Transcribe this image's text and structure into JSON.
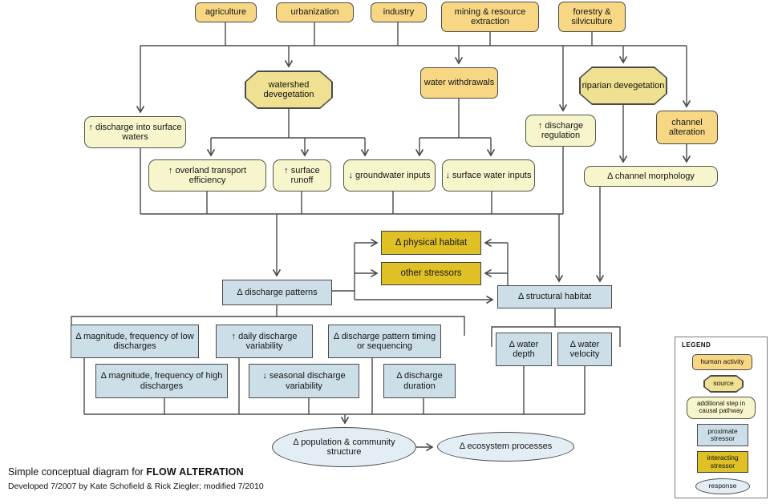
{
  "nodes": {
    "agriculture": {
      "label": "agriculture"
    },
    "urbanization": {
      "label": "urbanization"
    },
    "industry": {
      "label": "industry"
    },
    "mining": {
      "label": "mining & resource extraction"
    },
    "forestry": {
      "label": "forestry & silviculture"
    },
    "watershed_devegetation": {
      "label": "watershed devegetation"
    },
    "water_withdrawals": {
      "label": "water withdrawals"
    },
    "riparian_devegetation": {
      "label": "riparian devegetation"
    },
    "discharge_into_surface_waters": {
      "label": "↑ discharge into surface waters"
    },
    "discharge_regulation": {
      "label": "↑ discharge regulation"
    },
    "channel_alteration": {
      "label": "channel alteration"
    },
    "overland_transport_efficiency": {
      "label": "↑ overland transport efficiency"
    },
    "surface_runoff": {
      "label": "↑ surface runoff"
    },
    "groundwater_inputs": {
      "label": "↓ groundwater inputs"
    },
    "surface_water_inputs": {
      "label": "↓ surface water inputs"
    },
    "channel_morphology": {
      "label": "Δ channel morphology"
    },
    "physical_habitat": {
      "label": "Δ physical habitat"
    },
    "other_stressors": {
      "label": "other stressors"
    },
    "discharge_patterns": {
      "label": "Δ discharge patterns"
    },
    "structural_habitat": {
      "label": "Δ structural habitat"
    },
    "magnitude_low": {
      "label": "Δ magnitude, frequency of low discharges"
    },
    "daily_variability": {
      "label": "↑ daily discharge variability"
    },
    "timing_sequencing": {
      "label": "Δ discharge pattern timing or sequencing"
    },
    "magnitude_high": {
      "label": "Δ magnitude, frequency of high discharges"
    },
    "seasonal_variability": {
      "label": "↓ seasonal discharge variability"
    },
    "discharge_duration": {
      "label": "Δ discharge duration"
    },
    "water_depth": {
      "label": "Δ water depth"
    },
    "water_velocity": {
      "label": "Δ water velocity"
    },
    "population_structure": {
      "label": "Δ population & community structure"
    },
    "ecosystem_processes": {
      "label": "Δ ecosystem processes"
    }
  },
  "legend": {
    "title": "LEGEND",
    "human_activity": "human activity",
    "source": "source",
    "additional_step": "additional step in causal pathway",
    "proximate_stressor": "proximate stressor",
    "interacting_stressor": "interacting stressor",
    "response": "response"
  },
  "caption": {
    "prefix": "Simple conceptual diagram for ",
    "title": "FLOW ALTERATION",
    "credit": "Developed 7/2007 by Kate Schofield & Rick Ziegler; modified 7/2010"
  },
  "colors": {
    "human_activity": "#F8D784",
    "source": "#EFE191",
    "additional_step": "#F7F5CB",
    "proximate_stressor": "#CCDFE9",
    "interacting_stressor": "#DFC125",
    "response": "#E3EDF4",
    "line": "#4a4a4a"
  }
}
